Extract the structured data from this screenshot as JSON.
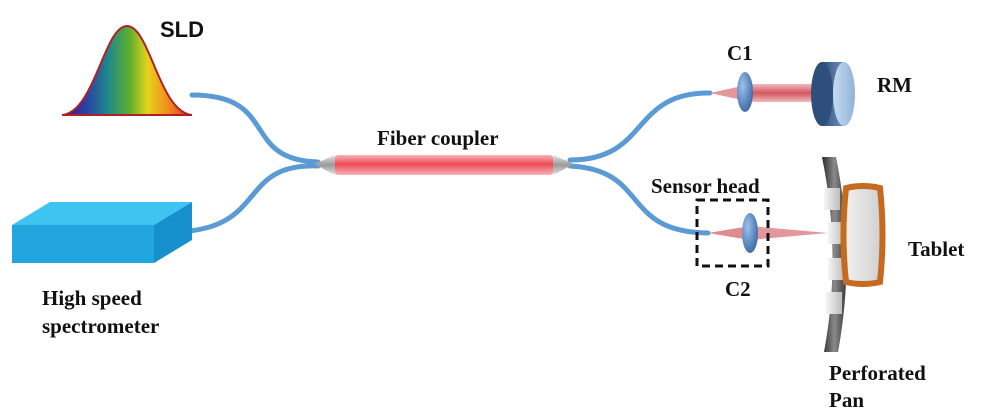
{
  "labels": {
    "source": "SLD",
    "spectrometer_line1": "High speed",
    "spectrometer_line2": "spectrometer",
    "coupler": "Fiber coupler",
    "collimator_ref": "C1",
    "reference_mirror": "RM",
    "sensor_head": "Sensor head",
    "collimator_sample": "C2",
    "sample": "Tablet",
    "pan_line1": "Perforated",
    "pan_line2": "Pan"
  },
  "colors": {
    "fiber": "#5b9bd5",
    "spectrometer_top": "#3fc4f2",
    "spectrometer_front": "#22a6e0",
    "coupler": "#f05a64",
    "beam": "#d9727a",
    "lens": "#3f6fb0",
    "mirror": "#5a7fa8",
    "tablet_border": "#c56a1f",
    "tablet_fill": "#d9d9d9",
    "sensor_box": "#111111"
  },
  "icons": {
    "source": "spectrum-bell-curve-icon",
    "spectrometer": "blue-box-icon",
    "coupler": "fiber-coupler-icon",
    "lens": "lens-icon",
    "mirror": "reference-mirror-icon",
    "pan": "perforated-pan-icon",
    "tablet": "tablet-icon"
  }
}
